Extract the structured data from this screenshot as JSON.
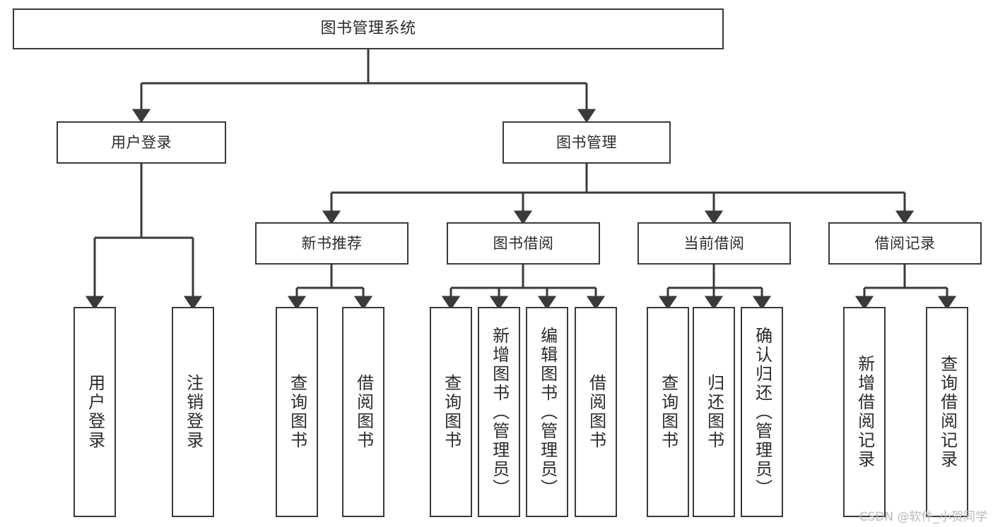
{
  "diagram": {
    "title": "图书管理系统",
    "type": "tree-hierarchy",
    "watermark": "CSDN @软件_小贺同学",
    "colors": {
      "border": "#3a3a3a",
      "text": "#2b2b2b",
      "background": "#ffffff",
      "watermark": "#b9b9b9"
    }
  },
  "nodes": {
    "root": {
      "label": "图书管理系统"
    },
    "level2": [
      {
        "id": "user-login",
        "label": "用户登录"
      },
      {
        "id": "book-manage",
        "label": "图书管理"
      }
    ],
    "level3": [
      {
        "id": "new-book-recommend",
        "label": "新书推荐"
      },
      {
        "id": "book-borrow",
        "label": "图书借阅"
      },
      {
        "id": "current-borrow",
        "label": "当前借阅"
      },
      {
        "id": "borrow-record",
        "label": "借阅记录"
      }
    ],
    "leaves": {
      "user-login": [
        {
          "id": "leaf-user-login",
          "label": "用户登录"
        },
        {
          "id": "leaf-logout",
          "label": "注销登录"
        }
      ],
      "new-book-recommend": [
        {
          "id": "leaf-query-book-1",
          "label": "查询图书"
        },
        {
          "id": "leaf-borrow-book-1",
          "label": "借阅图书"
        }
      ],
      "book-borrow": [
        {
          "id": "leaf-query-book-2",
          "label": "查询图书"
        },
        {
          "id": "leaf-add-book",
          "label": "新增图书（管理员）"
        },
        {
          "id": "leaf-edit-book",
          "label": "编辑图书（管理员）"
        },
        {
          "id": "leaf-borrow-book-2",
          "label": "借阅图书"
        }
      ],
      "current-borrow": [
        {
          "id": "leaf-query-book-3",
          "label": "查询图书"
        },
        {
          "id": "leaf-return-book",
          "label": "归还图书"
        },
        {
          "id": "leaf-confirm-return",
          "label": "确认归还（管理员）"
        }
      ],
      "borrow-record": [
        {
          "id": "leaf-add-record",
          "label": "新增借阅记录"
        },
        {
          "id": "leaf-query-record",
          "label": "查询借阅记录"
        }
      ]
    }
  }
}
